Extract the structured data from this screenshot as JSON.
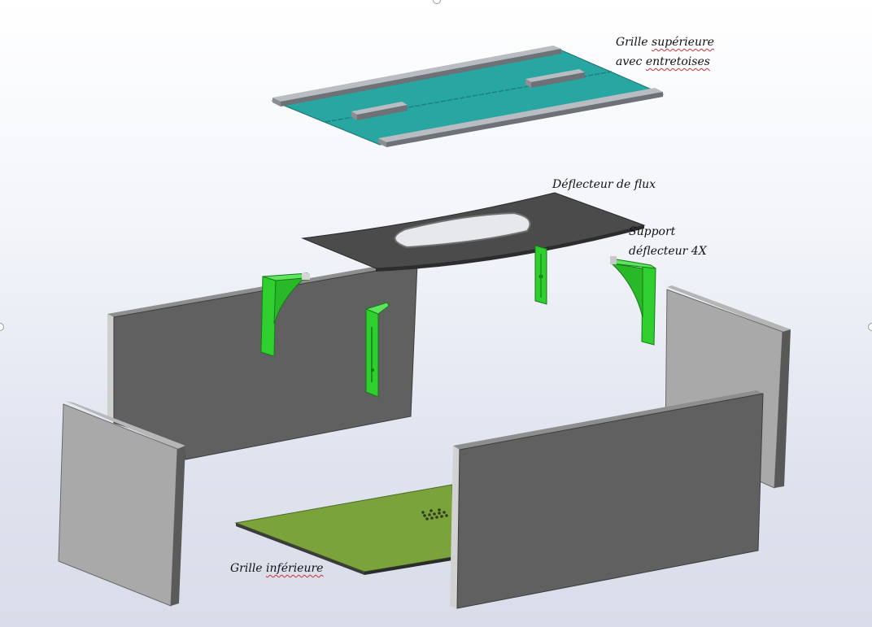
{
  "labels": {
    "top_grid_line1_word1": "Grille",
    "top_grid_line1_word2": "supérieure",
    "top_grid_line2_word1": "avec",
    "top_grid_line2_word2": "entretoises",
    "deflector": "Déflecteur de flux",
    "support_line1": "Support",
    "support_line2": "déflecteur 4X",
    "bottom_grid_word1": "Grille",
    "bottom_grid_word2": "inférieure"
  },
  "colors": {
    "top_grid": "#27a6a2",
    "spacer_bars": "#8a8d92",
    "deflector": "#4b4b4b",
    "brackets": "#2fcf2f",
    "dark_panels": "#606060",
    "light_panels": "#a9a9a9",
    "bottom_grid": "#7ba33c"
  }
}
